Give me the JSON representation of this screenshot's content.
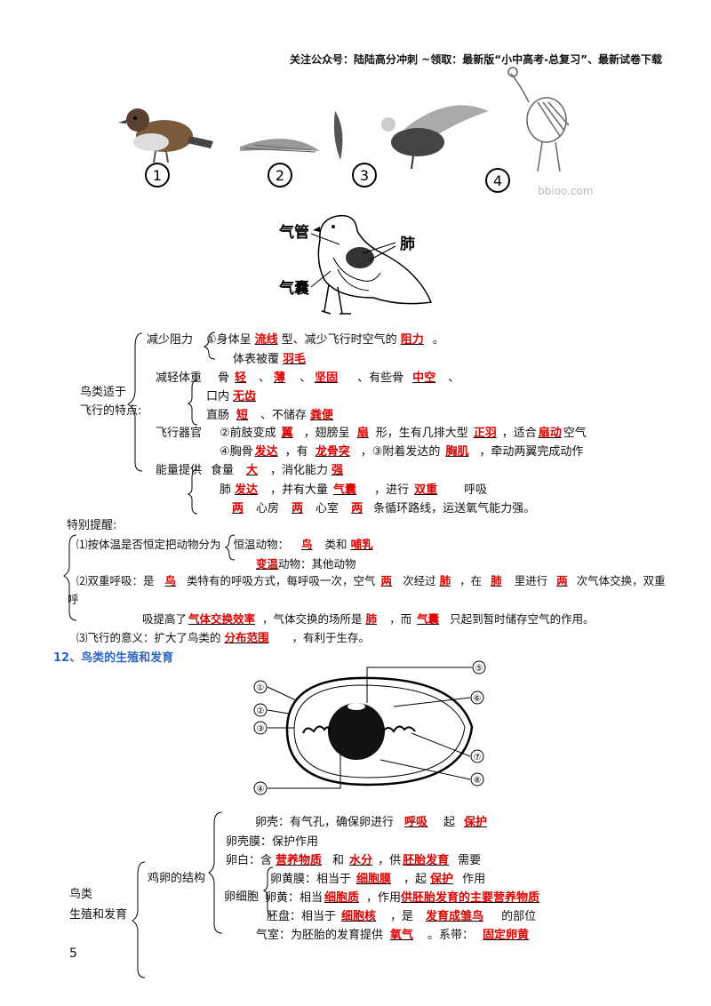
{
  "header": "关注公众号：陆陆高分冲刺 ~领取：最新版“小中高考-总复习”、最新试卷下载",
  "figure1": {
    "labels": [
      "1",
      "2",
      "3",
      "4"
    ],
    "watermark": "bbioo.com"
  },
  "figure2": {
    "label_trachea": "气管",
    "label_lung": "肺",
    "label_airsac": "气囊"
  },
  "section1": {
    "root_l1": "鸟类适于",
    "root_l2": "飞行的特点:",
    "reduce": "减少阻力",
    "r1_a": "①身体呈",
    "r1_b": "流线",
    "r1_c": "型、减少飞行时空气的",
    "r1_d": "阻力",
    "r1_e": "。",
    "r2_a": "体表被覆",
    "r2_b": "羽毛",
    "lighten": "减轻体重",
    "l1_a": "骨",
    "l1_b": "轻",
    "l1_c": "、",
    "l1_d": "薄",
    "l1_e": "、",
    "l1_f": "坚固",
    "l1_g": "、有些骨",
    "l1_h": "中空",
    "l1_i": "、",
    "l2_a": "口内",
    "l2_b": "无齿",
    "l3_a": "直肠",
    "l3_b": "短",
    "l3_c": "、不储存",
    "l3_d": "粪便",
    "flight": "飞行器官",
    "f1_a": "②前肢变成",
    "f1_b": "翼",
    "f1_c": "，翅膀呈",
    "f1_d": "扇",
    "f1_e": "形，生有几排大型",
    "f1_f": "正羽",
    "f1_g": "，适合",
    "f1_h": "扇动",
    "f1_i": "空气",
    "f2_a": "④胸骨",
    "f2_b": "发达",
    "f2_c": "，有",
    "f2_d": "龙骨突",
    "f2_e": "，③附着发达的",
    "f2_f": "胸肌",
    "f2_g": "，牵动两翼完成动作",
    "energy": "能量提供",
    "e1_a": "食量",
    "e1_b": "大",
    "e1_c": "，消化能力",
    "e1_d": "强",
    "e2_a": "肺",
    "e2_b": "发达",
    "e2_c": "，并有大量",
    "e2_d": "气囊",
    "e2_e": "，进行",
    "e2_f": "双重",
    "e2_g": "呼吸",
    "e3_a": "两",
    "e3_b": "心房",
    "e3_c": "两",
    "e3_d": "心室",
    "e3_e": "两",
    "e3_f": "条循环路线，运送氧气能力强。"
  },
  "notes": {
    "title": "特别提醒:",
    "n1_a": "⑴按体温是否恒定把动物分为",
    "n1_b": "恒温动物：",
    "n1_c": "鸟",
    "n1_d": "类和",
    "n1_e": "哺乳",
    "n1_f": "变温",
    "n1_g": "动物：其他动物",
    "n2_a": "⑵双重呼吸：是",
    "n2_b": "鸟",
    "n2_c": "类特有的呼吸方式，每呼吸一次，空气",
    "n2_d": "两",
    "n2_e": "次经过",
    "n2_f": "肺",
    "n2_g": "，在",
    "n2_h": "肺",
    "n2_i": "里进行",
    "n2_j": "两",
    "n2_k": "次气体交换，双重",
    "n2_l": "呼",
    "n2_m": "吸提高了",
    "n2_n": "气体交换效率",
    "n2_o": "，气体交换的场所是",
    "n2_p": "肺",
    "n2_q": "，而",
    "n2_r": "气囊",
    "n2_s": "只起到暂时储存空气的作用。",
    "n3_a": "⑶飞行的意义：扩大了鸟类的",
    "n3_b": "分布范围",
    "n3_c": "，有利于生存。"
  },
  "section12_title": "12、鸟类的生殖和发育",
  "egg_labels": [
    "①",
    "②",
    "③",
    "④",
    "⑤",
    "⑥",
    "⑦",
    "⑧"
  ],
  "section2": {
    "root_l1": "鸟类",
    "root_l2": "生殖和发育",
    "egg_struct": "鸡卵的结构",
    "shell_a": "卵壳：有气孔，确保卵进行",
    "shell_b": "呼吸",
    "shell_c": "起",
    "shell_d": "保护",
    "membrane": "卵壳膜：保护作用",
    "white_a": "卵白：含",
    "white_b": "营养物质",
    "white_c": "和",
    "white_d": "水分",
    "white_e": "，供",
    "white_f": "胚胎发育",
    "white_g": "需要",
    "cell": "卵细胞",
    "ym_a": "卵黄膜：相当于",
    "ym_b": "细胞膜",
    "ym_c": "，起",
    "ym_d": "保护",
    "ym_e": "作用",
    "yolk_a": "卵黄：相当",
    "yolk_b": "细胞质",
    "yolk_c": "，作用",
    "yolk_d": "供胚胎发育的主要营养物质",
    "disc_a": "胚盘：相当于",
    "disc_b": "细胞核",
    "disc_c": "，是",
    "disc_d": "发育成雏鸟",
    "disc_e": "的部位",
    "air_a": "气室：为胚胎的发育提供",
    "air_b": "氧气",
    "air_c": "。系带：",
    "air_d": "固定卵黄"
  },
  "page_number": "5"
}
